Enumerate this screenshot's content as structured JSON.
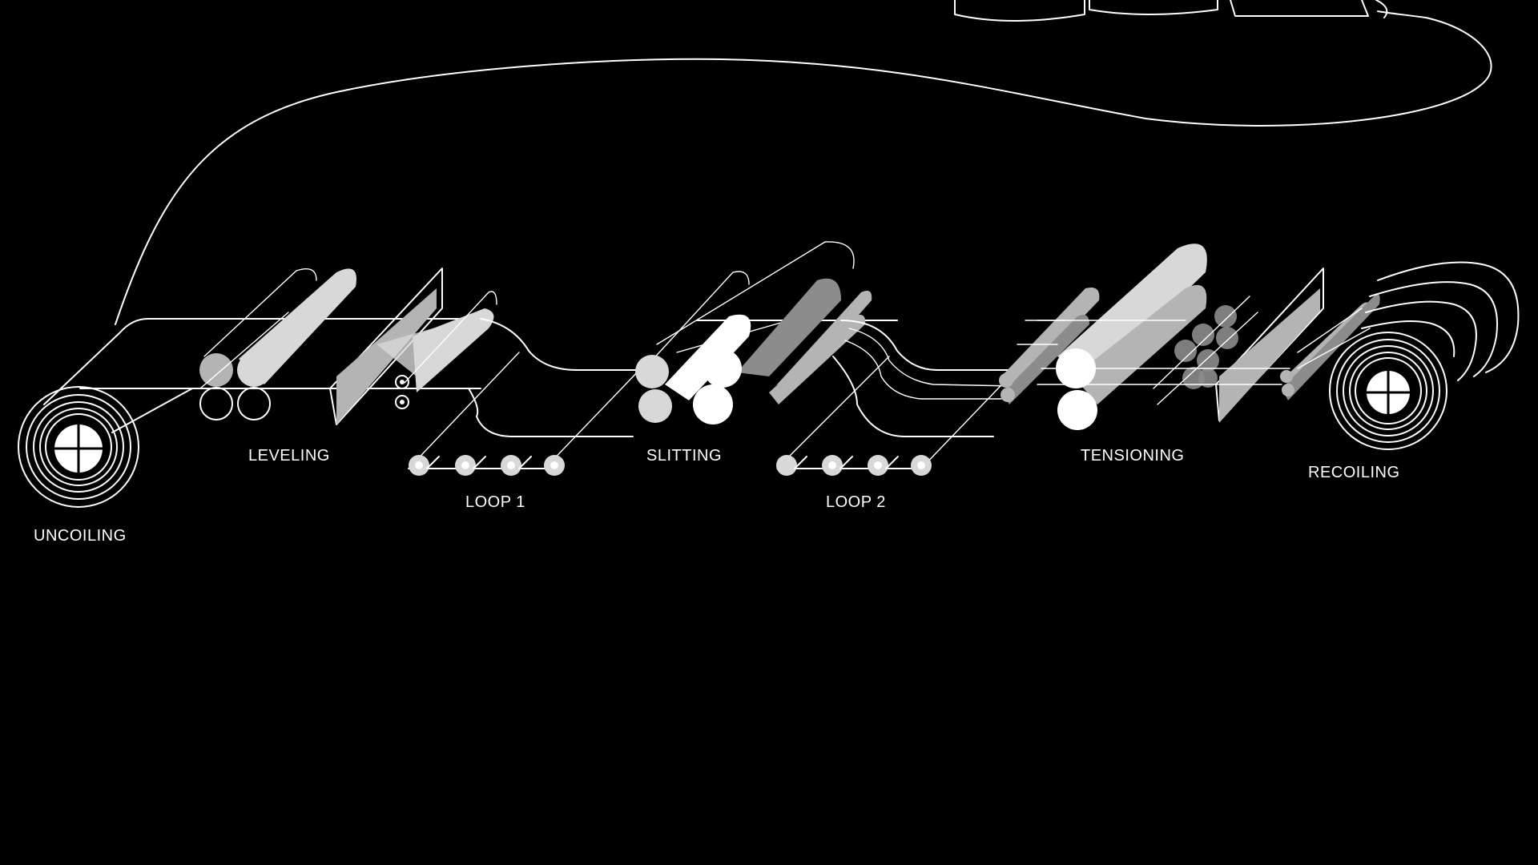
{
  "diagram": {
    "stages": [
      {
        "id": "uncoiling",
        "label": "UNCOILING"
      },
      {
        "id": "leveling",
        "label": "LEVELING"
      },
      {
        "id": "loop-1",
        "label": "LOOP 1"
      },
      {
        "id": "slitting",
        "label": "SLITTING"
      },
      {
        "id": "loop-2",
        "label": "LOOP 2"
      },
      {
        "id": "tensioning",
        "label": "TENSIONING"
      },
      {
        "id": "recoiling",
        "label": "RECOILING"
      }
    ],
    "colors": {
      "background": "#000000",
      "line": "#ffffff",
      "roller_light": "#d8d8d8",
      "roller_mid": "#b4b4b4",
      "roller_dark": "#8c8c8c"
    }
  }
}
